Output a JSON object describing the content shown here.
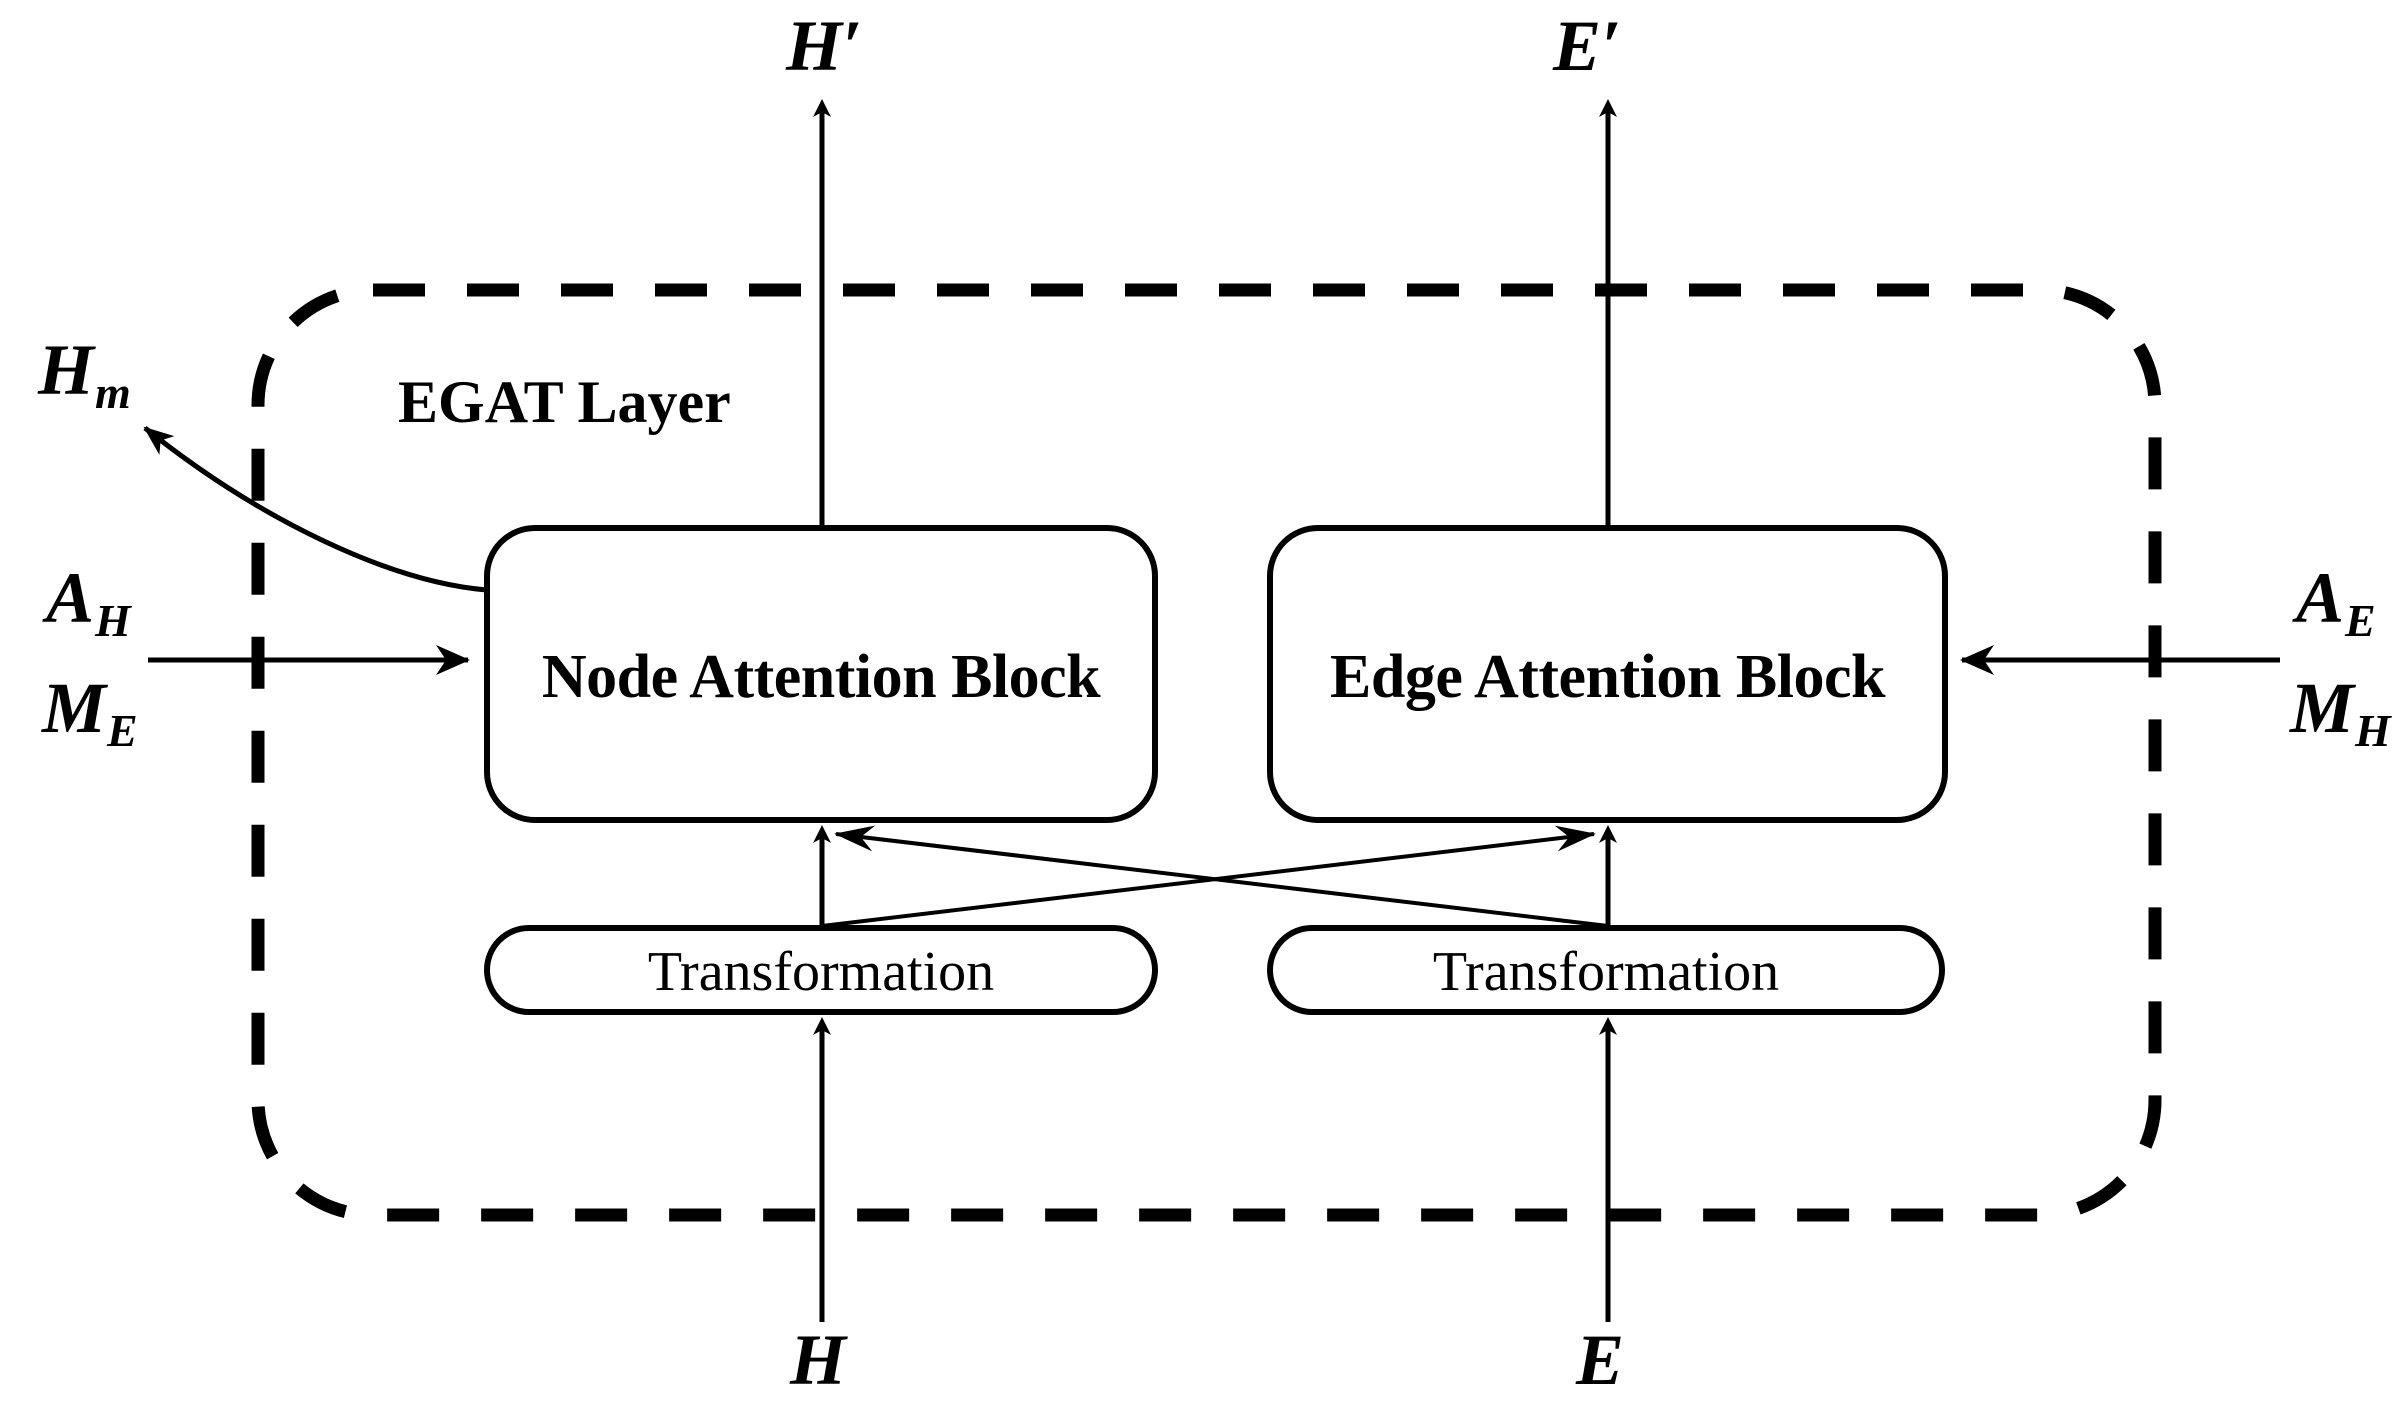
{
  "diagram": {
    "title": "EGAT Layer",
    "container_label": "EGAT Layer",
    "colors": {
      "stroke": "#000000",
      "background": "#ffffff"
    },
    "blocks": [
      {
        "id": "node-attention",
        "label": "Node Attention Block"
      },
      {
        "id": "edge-attention",
        "label": "Edge Attention Block"
      },
      {
        "id": "node-transformation",
        "label": "Transformation"
      },
      {
        "id": "edge-transformation",
        "label": "Transformation"
      }
    ],
    "outputs": {
      "node_output": {
        "base": "H",
        "prime": "′"
      },
      "edge_output": {
        "base": "E",
        "prime": "′"
      },
      "memory_output": {
        "base": "H",
        "sub": "m"
      }
    },
    "inputs": {
      "node_input": {
        "base": "H"
      },
      "edge_input": {
        "base": "E"
      },
      "left_top": {
        "base": "A",
        "sub": "H"
      },
      "left_bottom": {
        "base": "M",
        "sub": "E"
      },
      "right_top": {
        "base": "A",
        "sub": "E"
      },
      "right_bottom": {
        "base": "M",
        "sub": "H"
      }
    },
    "edges": [
      {
        "from": "H",
        "to": "node-transformation",
        "style": "solid-arrow"
      },
      {
        "from": "E",
        "to": "edge-transformation",
        "style": "solid-arrow"
      },
      {
        "from": "node-transformation",
        "to": "node-attention",
        "style": "solid-arrow"
      },
      {
        "from": "edge-transformation",
        "to": "edge-attention",
        "style": "solid-arrow"
      },
      {
        "from": "node-transformation",
        "to": "edge-attention",
        "style": "solid-arrow-cross"
      },
      {
        "from": "edge-transformation",
        "to": "node-attention",
        "style": "solid-arrow-cross"
      },
      {
        "from": "node-attention",
        "to": "H′",
        "style": "solid-arrow"
      },
      {
        "from": "edge-attention",
        "to": "E′",
        "style": "solid-arrow"
      },
      {
        "from": "node-attention",
        "to": "H_m",
        "style": "curved-arrow"
      },
      {
        "from": "A_H / M_E",
        "to": "node-attention",
        "style": "solid-arrow"
      },
      {
        "from": "A_E / M_H",
        "to": "edge-attention",
        "style": "solid-arrow"
      }
    ]
  }
}
